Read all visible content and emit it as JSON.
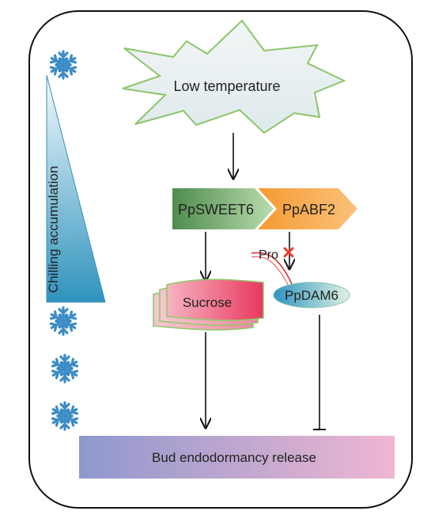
{
  "labels": {
    "low_temperature": "Low temperature",
    "ppsweet6": "PpSWEET6",
    "ppabf2": "PpABF2",
    "pro": "Pro",
    "ppdam6": "PpDAM6",
    "sucrose": "Sucrose",
    "chilling_accumulation": "Chilling accumulation",
    "bud_release": "Bud endodormancy release"
  },
  "colors": {
    "frame_stroke": "#111111",
    "star_fill": "#e6eef0",
    "star_stroke": "#8cc56a",
    "sweet6_fill": "#5e9a5a",
    "abf2_fill": "#f58f1e",
    "ppdam6_fill": "#4aa7c7",
    "sucrose_fill": "#ea3f64",
    "sucrose_stroke": "#8fca6a",
    "triangle_fill": "#3d9cc1",
    "snowflake": "#3b8cc5",
    "bud_bar_left": "#8e98cd",
    "bud_bar_right": "#efb6d2",
    "promoter_line": "#d23b3b",
    "x_mark": "#e53b2e"
  },
  "icons": [
    "snowflake-icon",
    "x-mark-icon"
  ]
}
